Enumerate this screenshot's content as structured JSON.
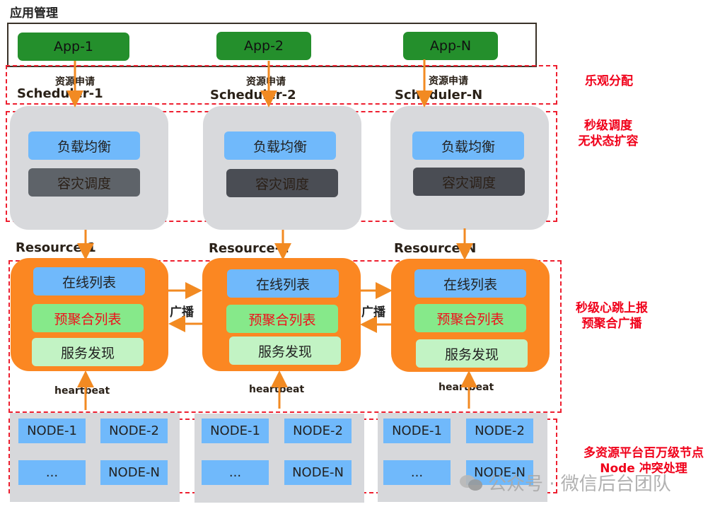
{
  "title": "应用管理",
  "apps": [
    "App-1",
    "App-2",
    "App-N"
  ],
  "request_label": "资源申请",
  "schedulers": [
    {
      "name": "Scheduler-1",
      "items": [
        "负载均衡",
        "容灾调度"
      ]
    },
    {
      "name": "Scheduler-2",
      "items": [
        "负载均衡",
        "容灾调度"
      ]
    },
    {
      "name": "Scheduler-N",
      "items": [
        "负载均衡",
        "容灾调度"
      ]
    }
  ],
  "resources": [
    {
      "name": "Resource-1",
      "items": [
        "在线列表",
        "预聚合列表",
        "服务发现"
      ]
    },
    {
      "name": "Resource-2",
      "items": [
        "在线列表",
        "预聚合列表",
        "服务发现"
      ]
    },
    {
      "name": "Resource-N",
      "items": [
        "在线列表",
        "预聚合列表",
        "服务发现"
      ]
    }
  ],
  "broadcast_label": "广播",
  "heartbeat_label": "heartbeat",
  "node_groups": [
    {
      "nodes": [
        "NODE-1",
        "NODE-2",
        "...",
        "NODE-N"
      ]
    },
    {
      "nodes": [
        "NODE-1",
        "NODE-2",
        "...",
        "NODE-N"
      ]
    },
    {
      "nodes": [
        "NODE-1",
        "NODE-2",
        "...",
        "NODE-N"
      ]
    }
  ],
  "notes": {
    "optimistic": "乐观分配",
    "scheduling_line1": "秒级调度",
    "scheduling_line2": "无状态扩容",
    "heartbeat_line1": "秒级心跳上报",
    "heartbeat_line2": "预聚合广播",
    "nodes_line1": "多资源平台百万级节点",
    "nodes_line2": "Node 冲突处理"
  },
  "watermark": "公众号 · 微信后台团队",
  "colors": {
    "app_green": "#248f2c",
    "dashed_red": "#ee2030",
    "note_red": "#f0001a",
    "arrow_orange": "#f28a22",
    "resource_orange": "#fb8722",
    "blue": "#70b9fb"
  }
}
